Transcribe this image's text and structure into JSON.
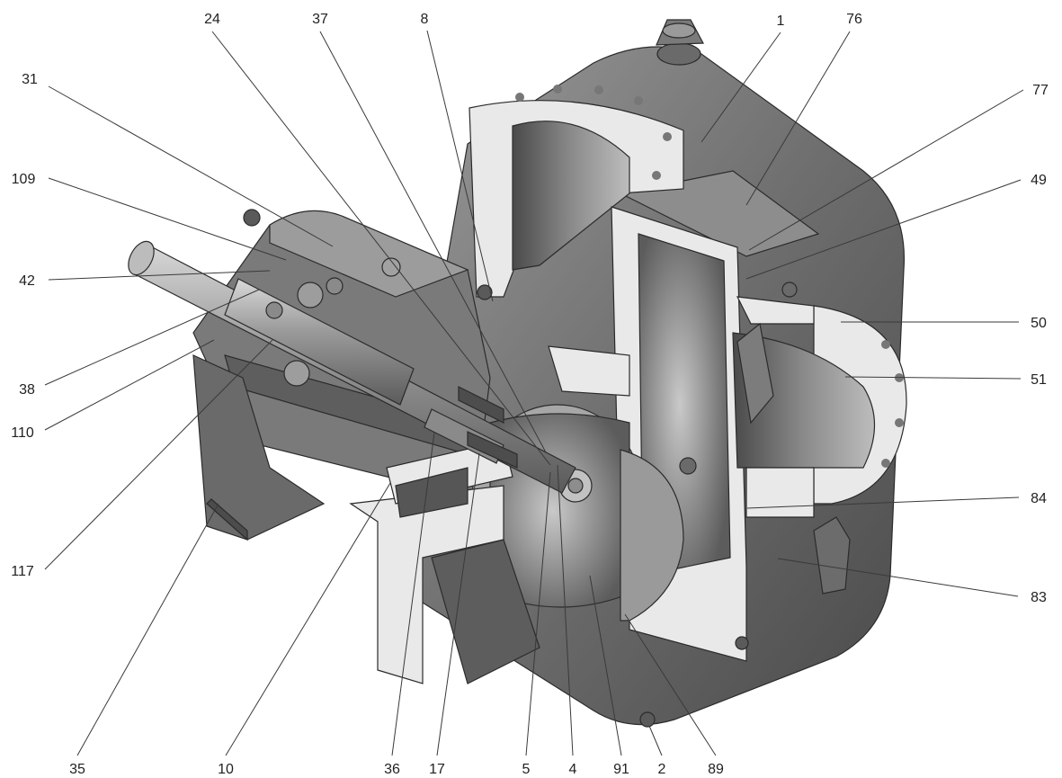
{
  "callouts": [
    {
      "id": "1",
      "text": "1"
    },
    {
      "id": "2",
      "text": "2"
    },
    {
      "id": "4",
      "text": "4"
    },
    {
      "id": "5",
      "text": "5"
    },
    {
      "id": "8",
      "text": "8"
    },
    {
      "id": "10",
      "text": "10"
    },
    {
      "id": "17",
      "text": "17"
    },
    {
      "id": "24",
      "text": "24"
    },
    {
      "id": "31",
      "text": "31"
    },
    {
      "id": "35",
      "text": "35"
    },
    {
      "id": "36",
      "text": "36"
    },
    {
      "id": "37",
      "text": "37"
    },
    {
      "id": "38",
      "text": "38"
    },
    {
      "id": "42",
      "text": "42"
    },
    {
      "id": "49",
      "text": "49"
    },
    {
      "id": "50",
      "text": "50"
    },
    {
      "id": "51",
      "text": "51"
    },
    {
      "id": "76",
      "text": "76"
    },
    {
      "id": "77",
      "text": "77"
    },
    {
      "id": "83",
      "text": "83"
    },
    {
      "id": "84",
      "text": "84"
    },
    {
      "id": "89",
      "text": "89"
    },
    {
      "id": "91",
      "text": "91"
    },
    {
      "id": "109",
      "text": "109"
    },
    {
      "id": "110",
      "text": "110"
    },
    {
      "id": "117",
      "text": "117"
    }
  ],
  "colors": {
    "casting_dark": "#5a5a5a",
    "casting_mid": "#8c8c8c",
    "casting_light": "#b8b8b8",
    "cut_face": "#e9e9e9",
    "label": "#222222"
  }
}
